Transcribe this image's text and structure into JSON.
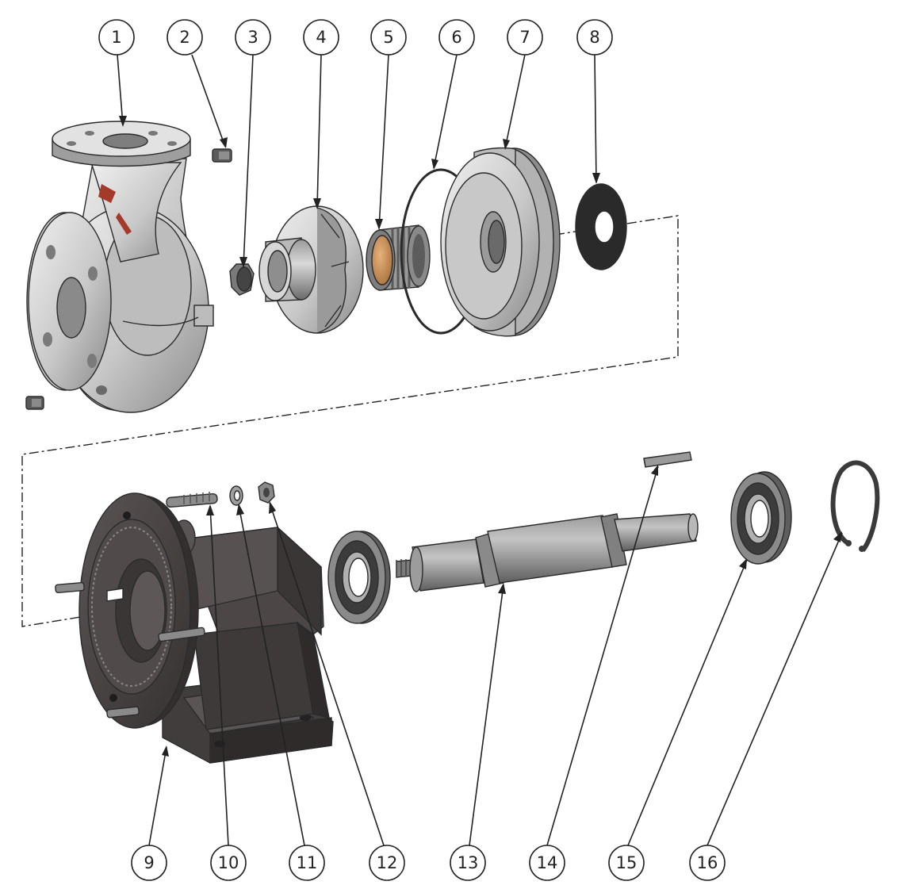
{
  "title": "Centrifugal pump exploded view",
  "callouts": [
    "1",
    "2",
    "3",
    "4",
    "5",
    "6",
    "7",
    "8",
    "9",
    "10",
    "11",
    "12",
    "13",
    "14",
    "15",
    "16"
  ],
  "colors": {
    "steel_light": "#d4d4d4",
    "steel_mid": "#a8a8a8",
    "steel_dark": "#6e6e6e",
    "cast_dark": "#4a4544",
    "cast_darker": "#3a3635",
    "bronze": "#c88e5a",
    "rubber": "#2a2a2a",
    "marking_red": "#a33a2a"
  }
}
